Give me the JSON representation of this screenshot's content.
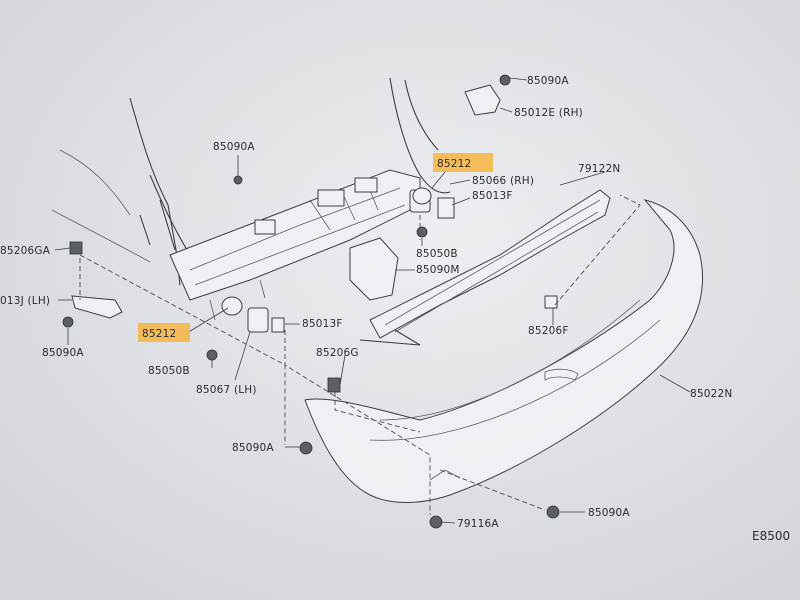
{
  "diagram": {
    "accent_color": "#f6b74a",
    "corner_code": "E8500",
    "labels": {
      "p85090A_top": "85090A",
      "p85012E": "85012E (RH)",
      "p85090A_left": "85090A",
      "p85212_right": "85212",
      "p85066": "85066 (RH)",
      "p85013F_right": "85013F",
      "p79122N": "79122N",
      "p85206GA": "85206GA",
      "p85050B_right": "85050B",
      "p85090M": "85090M",
      "p013J": "013J (LH)",
      "p85090A_lh": "85090A",
      "p85212_left": "85212",
      "p85013F_left": "85013F",
      "p85206F": "85206F",
      "p85206G": "85206G",
      "p85050B_left": "85050B",
      "p85067": "85067 (LH)",
      "p85022N": "85022N",
      "p85090A_bottom": "85090A",
      "p85090A_br": "85090A",
      "p79116A": "79116A"
    }
  }
}
